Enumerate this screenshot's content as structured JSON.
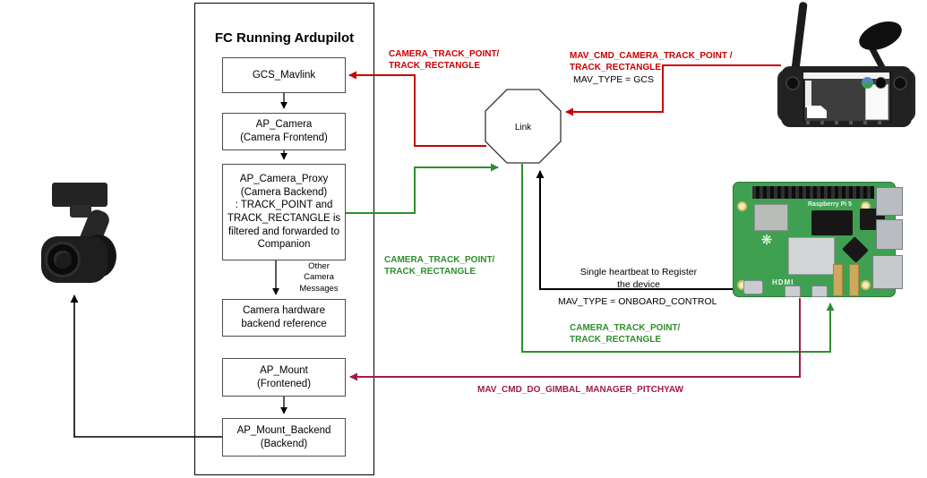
{
  "colors": {
    "red": "#cc0000",
    "green": "#2d8f2d",
    "crimson": "#a01b4f",
    "black": "#000000",
    "box_border": "#4d4d4d",
    "pi_green": "#3fa052"
  },
  "fc": {
    "title": "FC Running Ardupilot",
    "boxes": {
      "gcs": {
        "label": "GCS_Mavlink"
      },
      "camera": {
        "label": "AP_Camera\n(Camera Frontend)"
      },
      "proxy": {
        "label": "AP_Camera_Proxy\n(Camera Backend)\n: TRACK_POINT and\nTRACK_RECTANGLE is\nfiltered and forwarded to\nCompanion"
      },
      "hw": {
        "label": "Camera hardware\nbackend reference"
      },
      "mount": {
        "label": "AP_Mount\n(Frontened)"
      },
      "mount_backend": {
        "label": "AP_Mount_Backend\n(Backend)"
      }
    },
    "other_msgs": "Other\nCamera\nMessages"
  },
  "link": {
    "label": "Link"
  },
  "labels": {
    "camera_track_red": "CAMERA_TRACK_POINT/\nTRACK_RECTANGLE",
    "mav_cmd_track": "MAV_CMD_CAMERA_TRACK_POINT /\nTRACK_RECTANGLE",
    "mav_type_gcs": "MAV_TYPE = GCS",
    "camera_track_green_left": "CAMERA_TRACK_POINT/\nTRACK_RECTANGLE",
    "heartbeat": "Single heartbeat to Register\nthe device",
    "mav_type_onboard": "MAV_TYPE = ONBOARD_CONTROL",
    "camera_track_green_bottom": "CAMERA_TRACK_POINT/\nTRACK_RECTANGLE",
    "gimbal_pitchyaw": "MAV_CMD_DO_GIMBAL_MANAGER_PITCHYAW"
  },
  "devices": {
    "pi": {
      "brand": "Raspberry Pi 5",
      "hdmi": "HDMI"
    }
  },
  "icons": {
    "raspberry_logo": "❋"
  }
}
